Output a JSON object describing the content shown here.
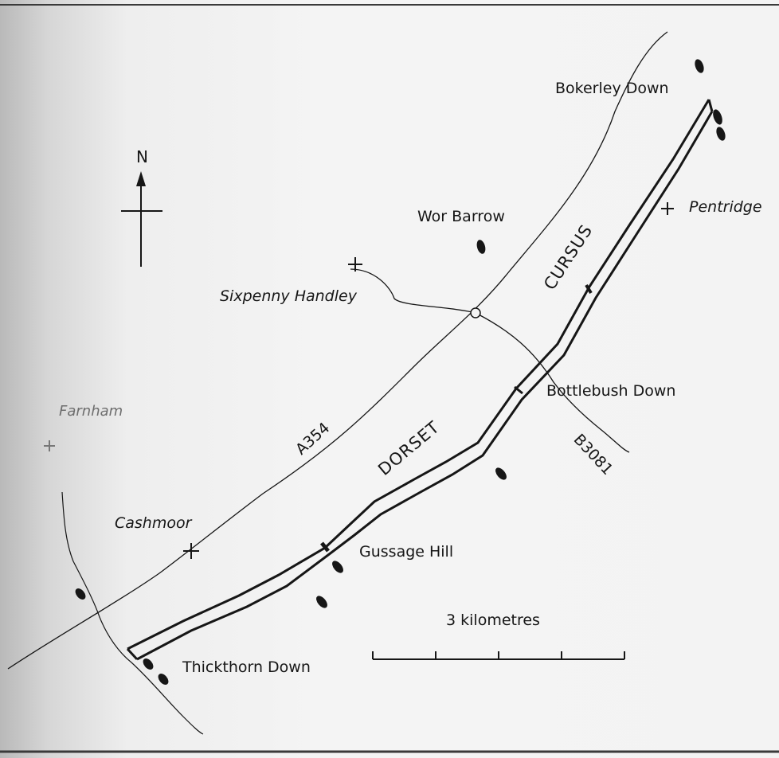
{
  "map": {
    "north_label": "N",
    "scale": {
      "label": "3 kilometres",
      "divisions": 4
    },
    "colors": {
      "ink": "#161616",
      "paper": "#f3f3f3"
    },
    "labels": {
      "bokerley_down": "Bokerley Down",
      "pentridge": "Pentridge",
      "wor_barrow": "Wor Barrow",
      "sixpenny_handley": "Sixpenny Handley",
      "cursus": "CURSUS",
      "bottlebush_down": "Bottlebush Down",
      "farnham": "Farnham",
      "a354": "A354",
      "dorset": "DORSET",
      "b3081": "B3081",
      "cashmoor": "Cashmoor",
      "gussage_hill": "Gussage Hill",
      "thickthorn_down": "Thickthorn Down"
    }
  }
}
